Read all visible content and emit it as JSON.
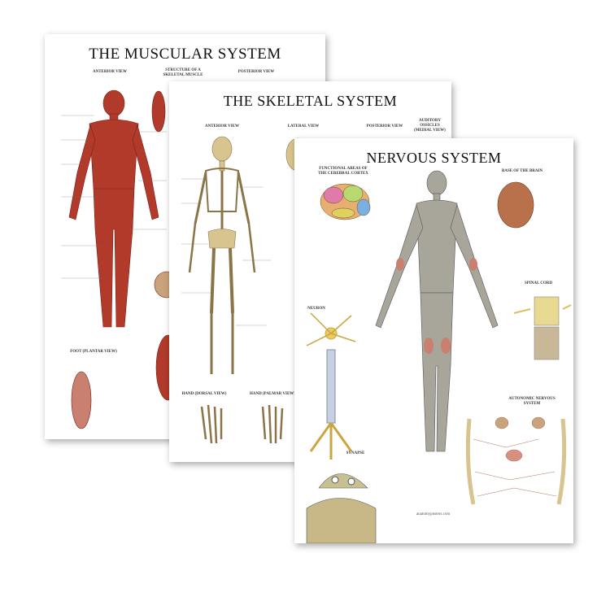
{
  "posters": {
    "muscular": {
      "title": "THE MUSCULAR SYSTEM",
      "sections": [
        "ANTERIOR VIEW",
        "STRUCTURE OF A SKELETAL MUSCLE",
        "POSTERIOR VIEW",
        "FOOT (PLANTAR VIEW)"
      ],
      "color": "#b23a2a"
    },
    "skeletal": {
      "title": "THE SKELETAL SYSTEM",
      "sections": [
        "ANTERIOR VIEW",
        "LATERAL VIEW",
        "POSTERIOR VIEW",
        "AUDITORY OSSICLES (MEDIAL VIEW)",
        "HAND (DORSAL VIEW)",
        "HAND (PALMAR VIEW)"
      ],
      "color": "#d8c48e"
    },
    "nervous": {
      "title": "NERVOUS SYSTEM",
      "sections": [
        "FUNCTIONAL AREAS OF THE CEREBRAL CORTEX",
        "BASE OF THE BRAIN",
        "SPINAL CORD",
        "NEURON",
        "SYNAPSE",
        "AUTONOMIC NERVOUS SYSTEM"
      ],
      "footer": "anatomyposters.com",
      "color": "#8d8a80"
    }
  }
}
